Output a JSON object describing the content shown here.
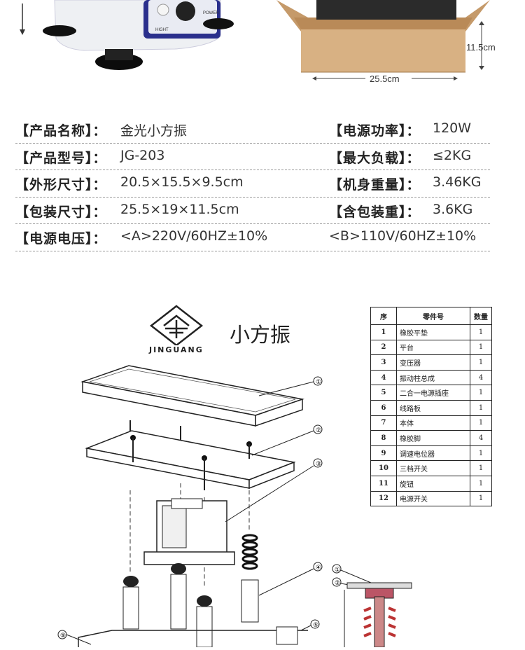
{
  "photo": {
    "knob_label_left": "HIGHT",
    "knob_label_right": "POWER",
    "box_width": "25.5cm",
    "box_height": "11.5cm"
  },
  "specs": [
    {
      "l_label": "【产品名称】：",
      "l_val": "金光小方振",
      "r_label": "【电源功率】：",
      "r_val": "120W"
    },
    {
      "l_label": "【产品型号】：",
      "l_val": "JG-203",
      "r_label": "【最大负载】：",
      "r_val": "≤2KG"
    },
    {
      "l_label": "【外形尺寸】：",
      "l_val": "20.5×15.5×9.5cm",
      "r_label": "【机身重量】：",
      "r_val": "3.46KG"
    },
    {
      "l_label": "【包装尺寸】：",
      "l_val": "25.5×19×11.5cm",
      "r_label": "【含包装重】：",
      "r_val": "3.6KG"
    },
    {
      "l_label": "【电源电压】：",
      "l_val": "<A>220V/60HZ±10%",
      "r_full": "<B>110V/60HZ±10%"
    }
  ],
  "diagram": {
    "brand": "JINGUANG",
    "title": "小方振",
    "callouts": [
      "①",
      "②",
      "③",
      "④",
      "⑤",
      "⑨",
      "①",
      "②"
    ]
  },
  "parts_table": {
    "headers": [
      "序",
      "零件号",
      "数量"
    ],
    "rows": [
      {
        "no": "1",
        "name": "橡胶平垫",
        "qty": "1"
      },
      {
        "no": "2",
        "name": "平台",
        "qty": "1"
      },
      {
        "no": "3",
        "name": "变压器",
        "qty": "1"
      },
      {
        "no": "4",
        "name": "振动柱总成",
        "qty": "4"
      },
      {
        "no": "5",
        "name": "二合一电源插座",
        "qty": "1"
      },
      {
        "no": "6",
        "name": "线路板",
        "qty": "1"
      },
      {
        "no": "7",
        "name": "本体",
        "qty": "1"
      },
      {
        "no": "8",
        "name": "橡胶脚",
        "qty": "4"
      },
      {
        "no": "9",
        "name": "调速电位器",
        "qty": "1"
      },
      {
        "no": "10",
        "name": "三档开关",
        "qty": "1"
      },
      {
        "no": "11",
        "name": "旋钮",
        "qty": "1"
      },
      {
        "no": "12",
        "name": "电源开关",
        "qty": "1"
      }
    ]
  }
}
